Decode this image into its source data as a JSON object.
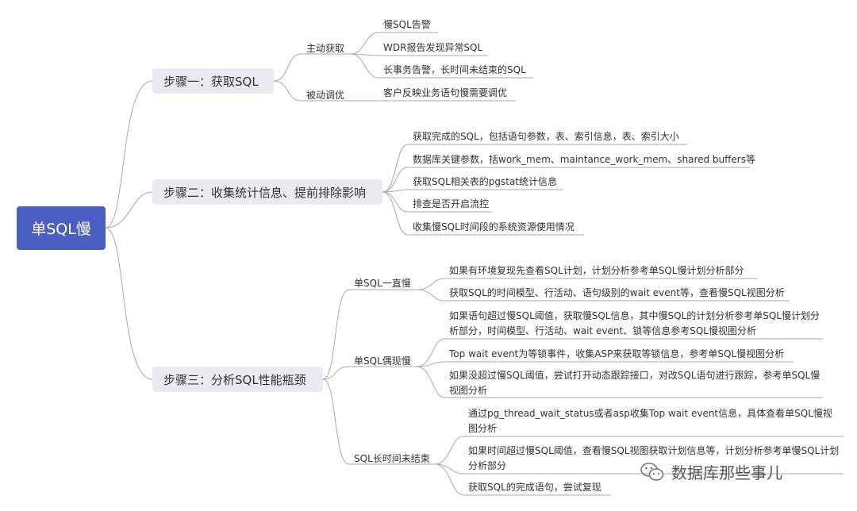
{
  "root": "单SQL慢",
  "steps": [
    {
      "label": "步骤一：获取SQL",
      "groups": [
        {
          "label": "主动获取",
          "items": [
            "慢SQL告警",
            "WDR报告发现异常SQL",
            "长事务告警，长时间未结束的SQL"
          ]
        },
        {
          "label": "被动调优",
          "items": [
            "客户反映业务语句慢需要调优"
          ]
        }
      ]
    },
    {
      "label": "步骤二：收集统计信息、提前排除影响",
      "items": [
        "获取完成的SQL，包括语句参数，表、索引信息，表、索引大小",
        "数据库关键参数，括work_mem、maintance_work_mem、shared buffers等",
        "获取SQL相关表的pgstat统计信息",
        "排查是否开启流控",
        "收集慢SQL时间段的系统资源使用情况"
      ]
    },
    {
      "label": "步骤三：分析SQL性能瓶颈",
      "groups": [
        {
          "label": "单SQL一直慢",
          "items": [
            "如果有环境复现先查看SQL计划，计划分析参考单SQL慢计划分析部分",
            "获取SQL的时间模型、行活动、语句级别的wait event等，查看慢SQL视图分析"
          ]
        },
        {
          "label": "单SQL偶现慢",
          "items": [
            "如果语句超过慢SQL阈值，获取慢SQL信息，其中慢SQL的计划分析参考单SQL慢计划分析部分，时间模型、行活动、wait event、锁等信息参考SQL慢视图分析",
            "Top wait event为等锁事件，收集ASP来获取等锁信息，参考单SQL慢视图分析",
            "如果没超过慢SQL阈值，尝试打开动态跟踪接口，对改SQL语句进行跟踪，参考单SQL慢视图分析"
          ]
        },
        {
          "label": "SQL长时间未结束",
          "items": [
            "通过pg_thread_wait_status或者asp收集Top wait event信息，具体查看单SQL慢视图分析",
            "如果时间超过慢SQL阈值，查看慢SQL视图获取计划信息等，计划分析参考单慢SQL计划分析部分",
            "获取SQL的完成语句，尝试复现"
          ]
        }
      ]
    }
  ],
  "watermark": "数据库那些事儿",
  "colors": {
    "root": "#4a5fc1",
    "step": "#eaebf1",
    "line": "#a9a9a9"
  }
}
